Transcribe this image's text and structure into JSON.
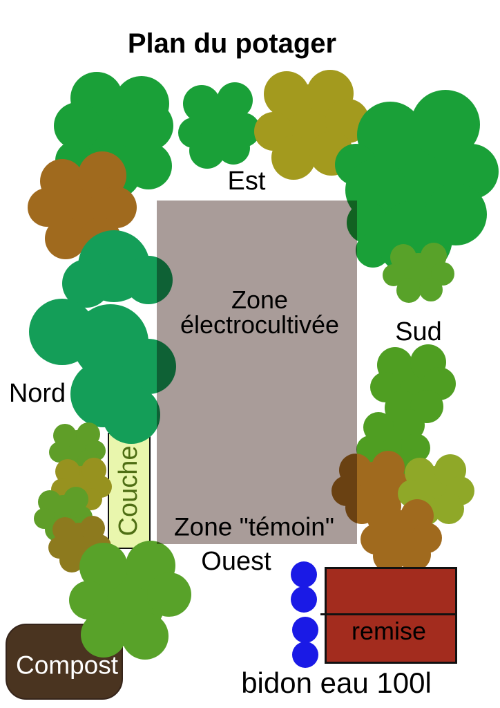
{
  "title": "Plan du potager",
  "direction_labels": {
    "est": "Est",
    "sud": "Sud",
    "nord": "Nord",
    "ouest": "Ouest"
  },
  "zones": {
    "electro_line1": "Zone",
    "electro_line2": "électrocultivée",
    "temoin": "Zone \"témoin\""
  },
  "features": {
    "couche": "Couche",
    "compost": "Compost",
    "remise": "remise",
    "bidon": "bidon eau 100l"
  },
  "colors": {
    "gray_zone": "#a99c99",
    "couche_fill": "#e9f6ad",
    "couche_text": "#4e6e14",
    "compost_fill": "#4a3420",
    "compost_text": "#ffffff",
    "remise_fill": "#a32c1e",
    "bidon_blue": "#1a1ae6",
    "green_bright": "#1aa038",
    "green_teal": "#149e58",
    "green_kelly": "#58a229",
    "olive": "#a39a1e",
    "brown": "#a06a1e"
  },
  "trees": [
    {
      "name": "tree-big-green-northwest",
      "color": "#1aa038",
      "circles": [
        [
          165,
          190,
          62
        ],
        [
          140,
          142,
          38
        ],
        [
          205,
          150,
          40
        ],
        [
          112,
          182,
          34
        ],
        [
          215,
          182,
          36
        ],
        [
          108,
          232,
          28
        ],
        [
          165,
          248,
          40
        ],
        [
          215,
          240,
          34
        ]
      ]
    },
    {
      "name": "tree-small-green-north",
      "color": "#1aa038",
      "circles": [
        [
          318,
          180,
          40
        ],
        [
          292,
          150,
          27
        ],
        [
          340,
          145,
          26
        ],
        [
          280,
          192,
          22
        ],
        [
          352,
          188,
          25
        ],
        [
          300,
          218,
          26
        ],
        [
          338,
          214,
          24
        ]
      ]
    },
    {
      "name": "tree-olive-north",
      "color": "#a39a1e",
      "circles": [
        [
          448,
          178,
          56
        ],
        [
          415,
          136,
          33
        ],
        [
          478,
          135,
          34
        ],
        [
          396,
          190,
          28
        ],
        [
          503,
          175,
          32
        ],
        [
          425,
          228,
          32
        ],
        [
          480,
          222,
          32
        ]
      ]
    },
    {
      "name": "tree-big-green-east",
      "color": "#1aa038",
      "circles": [
        [
          610,
          255,
          75
        ],
        [
          565,
          195,
          48
        ],
        [
          645,
          180,
          50
        ],
        [
          682,
          248,
          40
        ],
        [
          515,
          238,
          30
        ],
        [
          545,
          275,
          45
        ],
        [
          532,
          322,
          30
        ],
        [
          540,
          362,
          25
        ],
        [
          600,
          345,
          55
        ],
        [
          660,
          310,
          45
        ]
      ]
    },
    {
      "name": "bush-light-green-east",
      "color": "#58a229",
      "circles": [
        [
          606,
          396,
          30
        ],
        [
          584,
          372,
          19
        ],
        [
          628,
          370,
          19
        ],
        [
          570,
          398,
          16
        ],
        [
          641,
          396,
          17
        ],
        [
          592,
          420,
          18
        ],
        [
          624,
          419,
          17
        ]
      ]
    },
    {
      "name": "bush-brown-northwest",
      "color": "#a06a1e",
      "circles": [
        [
          118,
          300,
          52
        ],
        [
          90,
          262,
          32
        ],
        [
          148,
          254,
          35
        ],
        [
          68,
          300,
          28
        ],
        [
          168,
          300,
          30
        ],
        [
          95,
          345,
          30
        ],
        [
          145,
          345,
          30
        ]
      ]
    },
    {
      "name": "tree-teal-green-west",
      "color": "#149e58",
      "circles": [
        [
          165,
          385,
          52
        ],
        [
          215,
          405,
          35
        ],
        [
          125,
          410,
          35
        ],
        [
          90,
          480,
          48
        ],
        [
          160,
          495,
          55
        ],
        [
          215,
          530,
          40
        ],
        [
          150,
          570,
          48
        ],
        [
          190,
          600,
          42
        ]
      ]
    },
    {
      "name": "bush-green-west-1",
      "color": "#5f9e28",
      "circles": [
        [
          112,
          648,
          26
        ],
        [
          94,
          630,
          17
        ],
        [
          128,
          628,
          17
        ],
        [
          86,
          654,
          15
        ],
        [
          138,
          652,
          15
        ],
        [
          104,
          668,
          16
        ],
        [
          127,
          666,
          15
        ]
      ]
    },
    {
      "name": "bush-olive-west",
      "color": "#97921f",
      "circles": [
        [
          118,
          702,
          28
        ],
        [
          98,
          682,
          18
        ],
        [
          136,
          680,
          18
        ],
        [
          90,
          708,
          16
        ],
        [
          146,
          704,
          16
        ],
        [
          108,
          724,
          18
        ],
        [
          132,
          722,
          16
        ]
      ]
    },
    {
      "name": "bush-green-west-2",
      "color": "#5f9e28",
      "circles": [
        [
          92,
          744,
          28
        ],
        [
          72,
          726,
          17
        ],
        [
          110,
          722,
          18
        ],
        [
          64,
          750,
          15
        ],
        [
          118,
          748,
          16
        ],
        [
          82,
          766,
          17
        ],
        [
          106,
          764,
          16
        ]
      ]
    },
    {
      "name": "bush-mustard-west",
      "color": "#8d7a1e",
      "circles": [
        [
          115,
          786,
          30
        ],
        [
          94,
          766,
          18
        ],
        [
          134,
          764,
          18
        ],
        [
          86,
          792,
          16
        ],
        [
          144,
          790,
          17
        ],
        [
          104,
          810,
          18
        ],
        [
          130,
          808,
          17
        ]
      ]
    },
    {
      "name": "tree-green-southwest",
      "color": "#58a229",
      "circles": [
        [
          185,
          868,
          55
        ],
        [
          150,
          820,
          35
        ],
        [
          218,
          818,
          36
        ],
        [
          128,
          868,
          28
        ],
        [
          245,
          860,
          32
        ],
        [
          150,
          918,
          33
        ],
        [
          210,
          920,
          34
        ]
      ]
    },
    {
      "name": "tree-green-south-1",
      "color": "#4f9e22",
      "circles": [
        [
          597,
          558,
          40
        ],
        [
          572,
          528,
          26
        ],
        [
          620,
          524,
          26
        ],
        [
          558,
          560,
          22
        ],
        [
          636,
          555,
          24
        ],
        [
          582,
          590,
          25
        ],
        [
          618,
          588,
          24
        ]
      ]
    },
    {
      "name": "tree-green-south-2",
      "color": "#4f9e22",
      "circles": [
        [
          570,
          645,
          36
        ],
        [
          548,
          618,
          22
        ],
        [
          592,
          615,
          23
        ],
        [
          536,
          650,
          20
        ],
        [
          602,
          648,
          21
        ],
        [
          556,
          672,
          22
        ],
        [
          588,
          670,
          21
        ]
      ]
    },
    {
      "name": "bush-brown-south-1",
      "color": "#a06a1e",
      "circles": [
        [
          540,
          706,
          38
        ],
        [
          515,
          680,
          24
        ],
        [
          562,
          676,
          24
        ],
        [
          502,
          710,
          22
        ],
        [
          576,
          705,
          22
        ],
        [
          524,
          734,
          24
        ],
        [
          558,
          732,
          23
        ]
      ]
    },
    {
      "name": "bush-yellow-green-south",
      "color": "#8fa828",
      "circles": [
        [
          632,
          710,
          36
        ],
        [
          608,
          684,
          22
        ],
        [
          652,
          680,
          23
        ],
        [
          596,
          714,
          20
        ],
        [
          666,
          710,
          21
        ],
        [
          616,
          738,
          22
        ],
        [
          650,
          736,
          22
        ]
      ]
    },
    {
      "name": "bush-brown-south-2",
      "color": "#a06a1e",
      "circles": [
        [
          582,
          776,
          38
        ],
        [
          556,
          750,
          24
        ],
        [
          604,
          746,
          24
        ],
        [
          544,
          780,
          22
        ],
        [
          618,
          778,
          22
        ],
        [
          564,
          804,
          24
        ],
        [
          600,
          802,
          24
        ]
      ]
    }
  ],
  "bidons": {
    "color": "#1a1ae6",
    "circles": [
      [
        440,
        831,
        19
      ],
      [
        440,
        867,
        19
      ],
      [
        442,
        911,
        19
      ],
      [
        442,
        947,
        19
      ]
    ]
  }
}
